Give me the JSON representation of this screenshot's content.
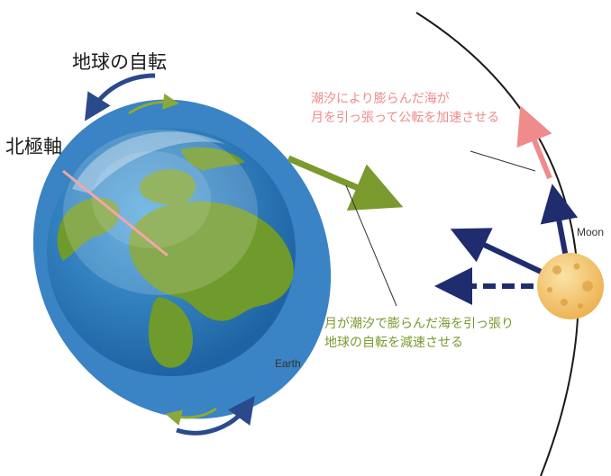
{
  "labels": {
    "rotation_title": "地球の自転",
    "north_axis": "北極軸",
    "tidal_accel_line1": "潮汐により膨らんだ海が",
    "tidal_accel_line2": "月を引っ張って公転を加速させる",
    "moon": "Moon",
    "tidal_decel_line1": "月が潮汐で膨らんだ海を引っ張り",
    "tidal_decel_line2": "地球の自転を減速させる",
    "earth": "Earth"
  },
  "colors": {
    "ocean_bulge": "#3a83c4",
    "ocean_globe": "#2b7fc1",
    "land": "#6f9a2c",
    "green_arrow": "#7a9a2e",
    "navy_arrow": "#1f2d6e",
    "pink_arrow": "#f08b8b",
    "axis_pink": "#f2a7a7",
    "moon_fill": "#f2c56b",
    "orbit": "#1a1a1a"
  }
}
